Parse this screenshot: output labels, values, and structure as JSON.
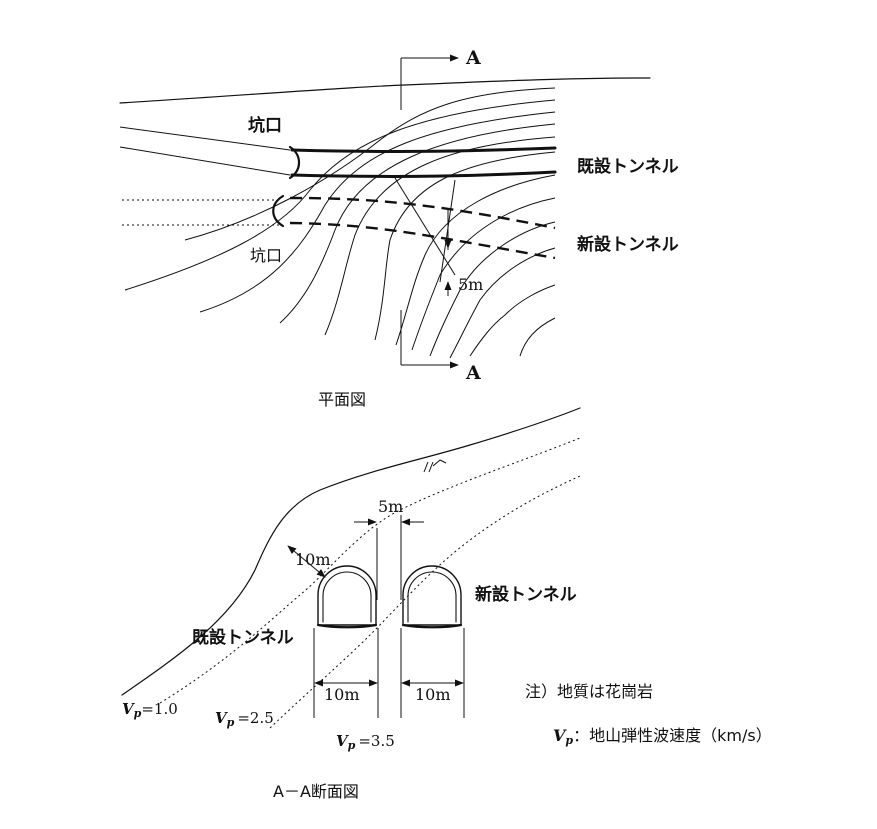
{
  "plan": {
    "section_marker": "A",
    "portal_existing": "坑口",
    "portal_new": "坑口",
    "existing_tunnel": "既設トンネル",
    "new_tunnel": "新設トンネル",
    "spacing": "5m",
    "caption": "平面図"
  },
  "section": {
    "cover": "10m",
    "spacing": "5m",
    "existing_tunnel": "既設トンネル",
    "new_tunnel": "新設トンネル",
    "width_existing": "10m",
    "width_new": "10m",
    "vp_symbol": "V",
    "vp_sub": "p",
    "vp_layers": [
      "=1.0",
      "=2.5",
      "=3.5"
    ],
    "caption": "A－A断面図"
  },
  "notes": {
    "geology": "注）地質は花崗岩",
    "vp_symbol": "V",
    "vp_sub": "p",
    "vp_def": "：地山弾性波速度（km/s）"
  }
}
